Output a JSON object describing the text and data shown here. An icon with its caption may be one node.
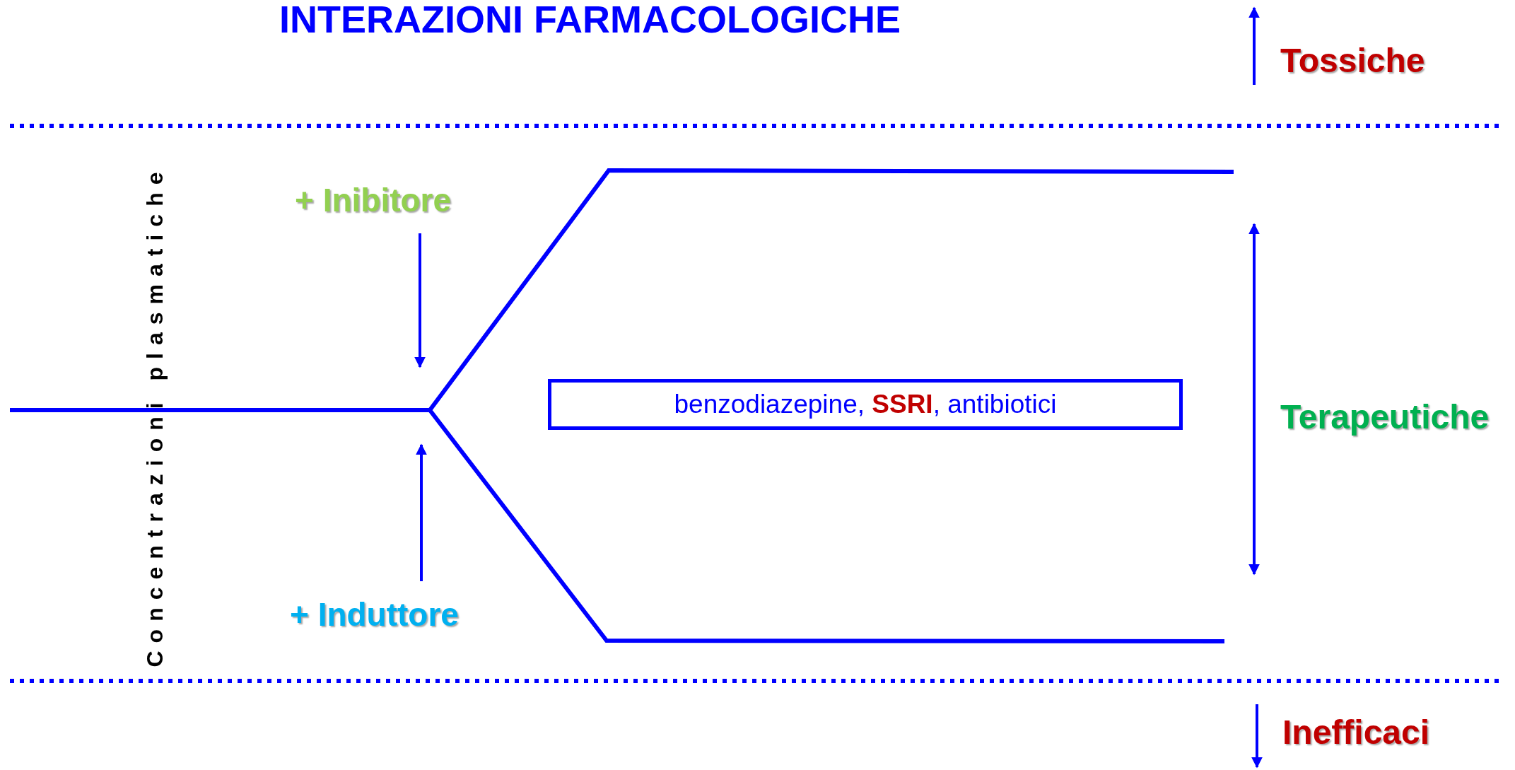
{
  "diagram": {
    "title": "INTERAZIONI FARMACOLOGICHE",
    "nodes": [
      {
        "text": [
          "+ Inibitore"
        ]
      },
      {
        "text": [
          "+ Induttore"
        ]
      },
      {
        "text": [
          "benzodiazepine, **SSRI**, antibiotici"
        ]
      }
    ],
    "edges": [
      {
        "from": 0,
        "to": null,
        "arrow": "to"
      },
      {
        "from": 1,
        "to": null,
        "arrow": "to"
      }
    ],
    "labels": [
      "Tossiche",
      "Concentrazioni plasmatiche",
      "Terapeutiche",
      "Inefficaci"
    ]
  }
}
